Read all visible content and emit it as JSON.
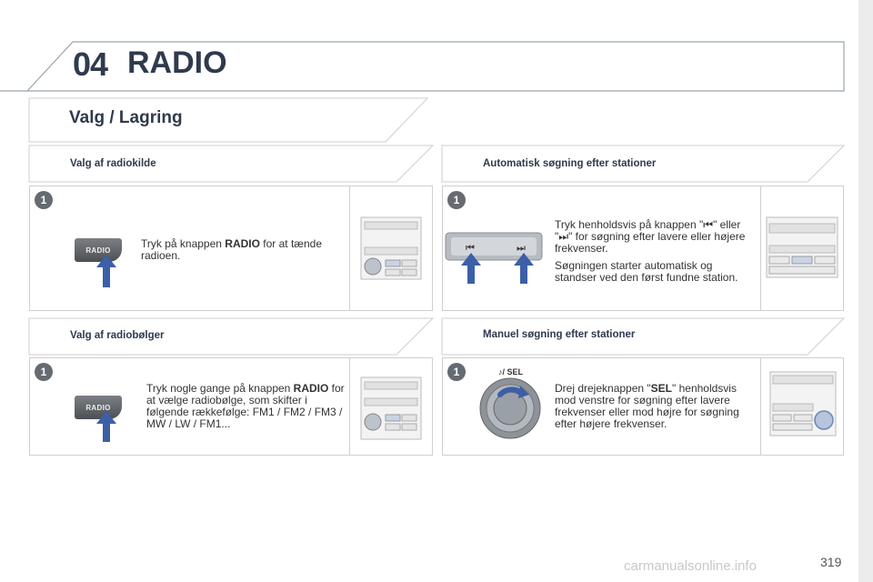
{
  "header": {
    "chapter_number": "04",
    "chapter_title": "RADIO"
  },
  "section_title": "Valg / Lagring",
  "blocks": {
    "source": {
      "title": "Valg af radiokilde",
      "step": "1",
      "button_label": "RADIO",
      "text_before": "Tryk på knappen ",
      "text_bold": "RADIO",
      "text_after": " for at tænde radioen."
    },
    "auto_search": {
      "title": "Automatisk søgning efter stationer",
      "step": "1",
      "text_1_a": "Tryk henholdsvis på knappen \"",
      "icon_prev": "⏮",
      "text_1_b": "\" eller \"",
      "icon_next": "⏭",
      "text_1_c": "\" for søgning efter lavere eller højere frekvenser.",
      "text_2": "Søgningen starter automatisk og standser ved den først fundne station."
    },
    "bands": {
      "title": "Valg af radiobølger",
      "step": "1",
      "button_label": "RADIO",
      "text_before": "Tryk nogle gange på knappen ",
      "text_bold": "RADIO",
      "text_after": " for at vælge radiobølge, som skifter i følgende rækkefølge: FM1 / FM2 / FM3 / MW / LW / FM1..."
    },
    "manual_search": {
      "title": "Manuel søgning efter stationer",
      "step": "1",
      "knob_label": "♪/ SEL",
      "text_before": "Drej drejeknappen \"",
      "text_bold": "SEL",
      "text_after": "\" henholdsvis mod venstre for søgning efter lavere frekvenser eller mod højre for søgning efter højere frekvenser."
    }
  },
  "page_number": "319",
  "watermark": "carmanualsonline.info",
  "colors": {
    "heading": "#2f3a4d",
    "arrow": "#3c5fa8",
    "badge": "#666a71",
    "border": "#cfcfcf"
  }
}
